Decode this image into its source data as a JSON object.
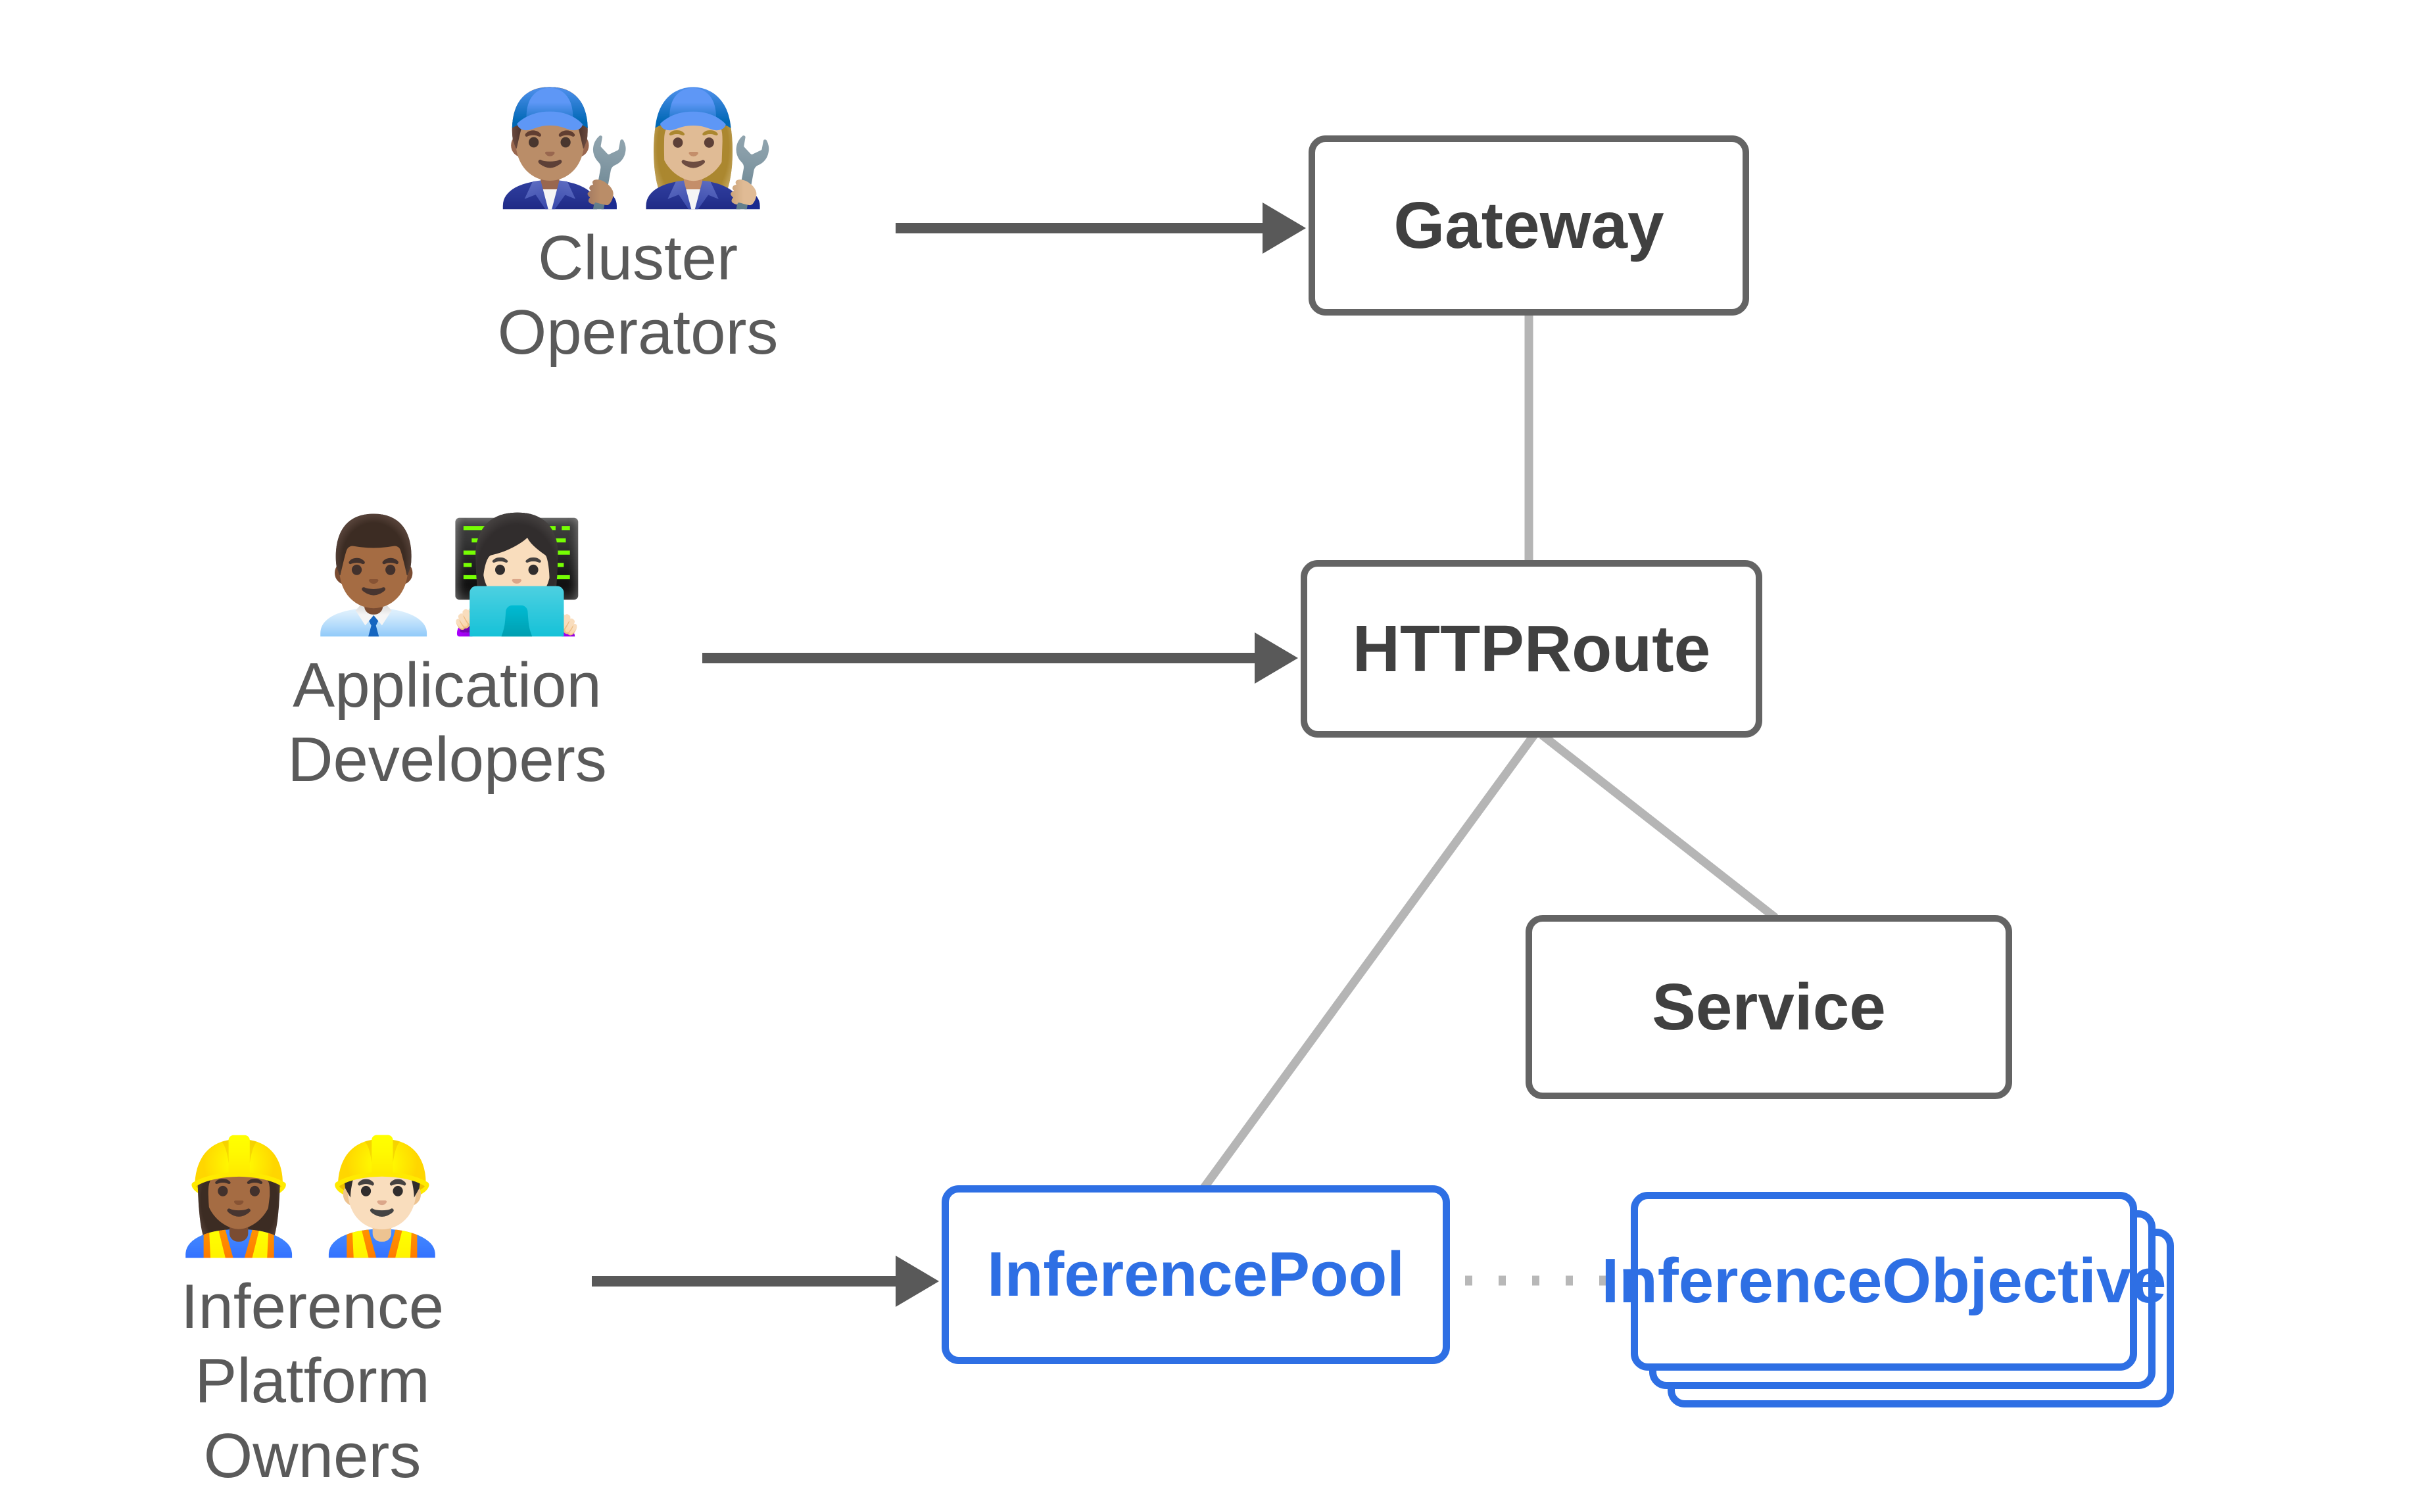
{
  "diagram": {
    "title": "Gateway API Inference Extension personas and resources",
    "background": "#ffffff",
    "colors": {
      "box_gray": "#646464",
      "text_gray": "#404040",
      "caption_gray": "#5A5A5A",
      "accent_blue": "#2E6FE4",
      "connector_gray": "#B5B5B5",
      "arrow_dark": "#595959",
      "dot_gray": "#B8B8B8"
    }
  },
  "actors": [
    {
      "id": "cluster-operators",
      "emojis": "👨🏽‍🔧👩🏼‍🔧",
      "emoji_names": [
        "man-mechanic-icon",
        "woman-mechanic-icon"
      ],
      "caption": "Cluster\nOperators",
      "target": "Gateway"
    },
    {
      "id": "application-developers",
      "emojis": "👨🏾‍💼👩🏻‍💻",
      "emoji_names": [
        "man-office-worker-icon",
        "woman-technologist-icon"
      ],
      "caption": "Application\nDevelopers",
      "target": "HTTPRoute"
    },
    {
      "id": "inference-platform-owners",
      "emojis": "👷🏾‍♀️👷🏻‍♂️",
      "emoji_names": [
        "woman-construction-worker-icon",
        "man-construction-worker-icon"
      ],
      "caption": "Inference\nPlatform Owners",
      "target": "InferencePool"
    }
  ],
  "nodes": [
    {
      "id": "gateway",
      "label": "Gateway",
      "style": "gray",
      "stacked": false
    },
    {
      "id": "httproute",
      "label": "HTTPRoute",
      "style": "gray",
      "stacked": false
    },
    {
      "id": "service",
      "label": "Service",
      "style": "gray",
      "stacked": false
    },
    {
      "id": "inferencepool",
      "label": "InferencePool",
      "style": "blue",
      "stacked": false
    },
    {
      "id": "inferenceobjective",
      "label": "InferenceObjective",
      "style": "blue",
      "stacked": true,
      "stack_count": 3
    }
  ],
  "edges": [
    {
      "from": "cluster-operators",
      "to": "gateway",
      "kind": "arrow",
      "color": "#595959"
    },
    {
      "from": "application-developers",
      "to": "httproute",
      "kind": "arrow",
      "color": "#595959"
    },
    {
      "from": "inference-platform-owners",
      "to": "inferencepool",
      "kind": "arrow",
      "color": "#595959"
    },
    {
      "from": "gateway",
      "to": "httproute",
      "kind": "line",
      "color": "#B5B5B5"
    },
    {
      "from": "httproute",
      "to": "service",
      "kind": "line",
      "color": "#B5B5B5"
    },
    {
      "from": "httproute",
      "to": "inferencepool",
      "kind": "line",
      "color": "#B5B5B5"
    },
    {
      "from": "inferencepool",
      "to": "inferenceobjective",
      "kind": "dotted",
      "color": "#B8B8B8"
    }
  ]
}
